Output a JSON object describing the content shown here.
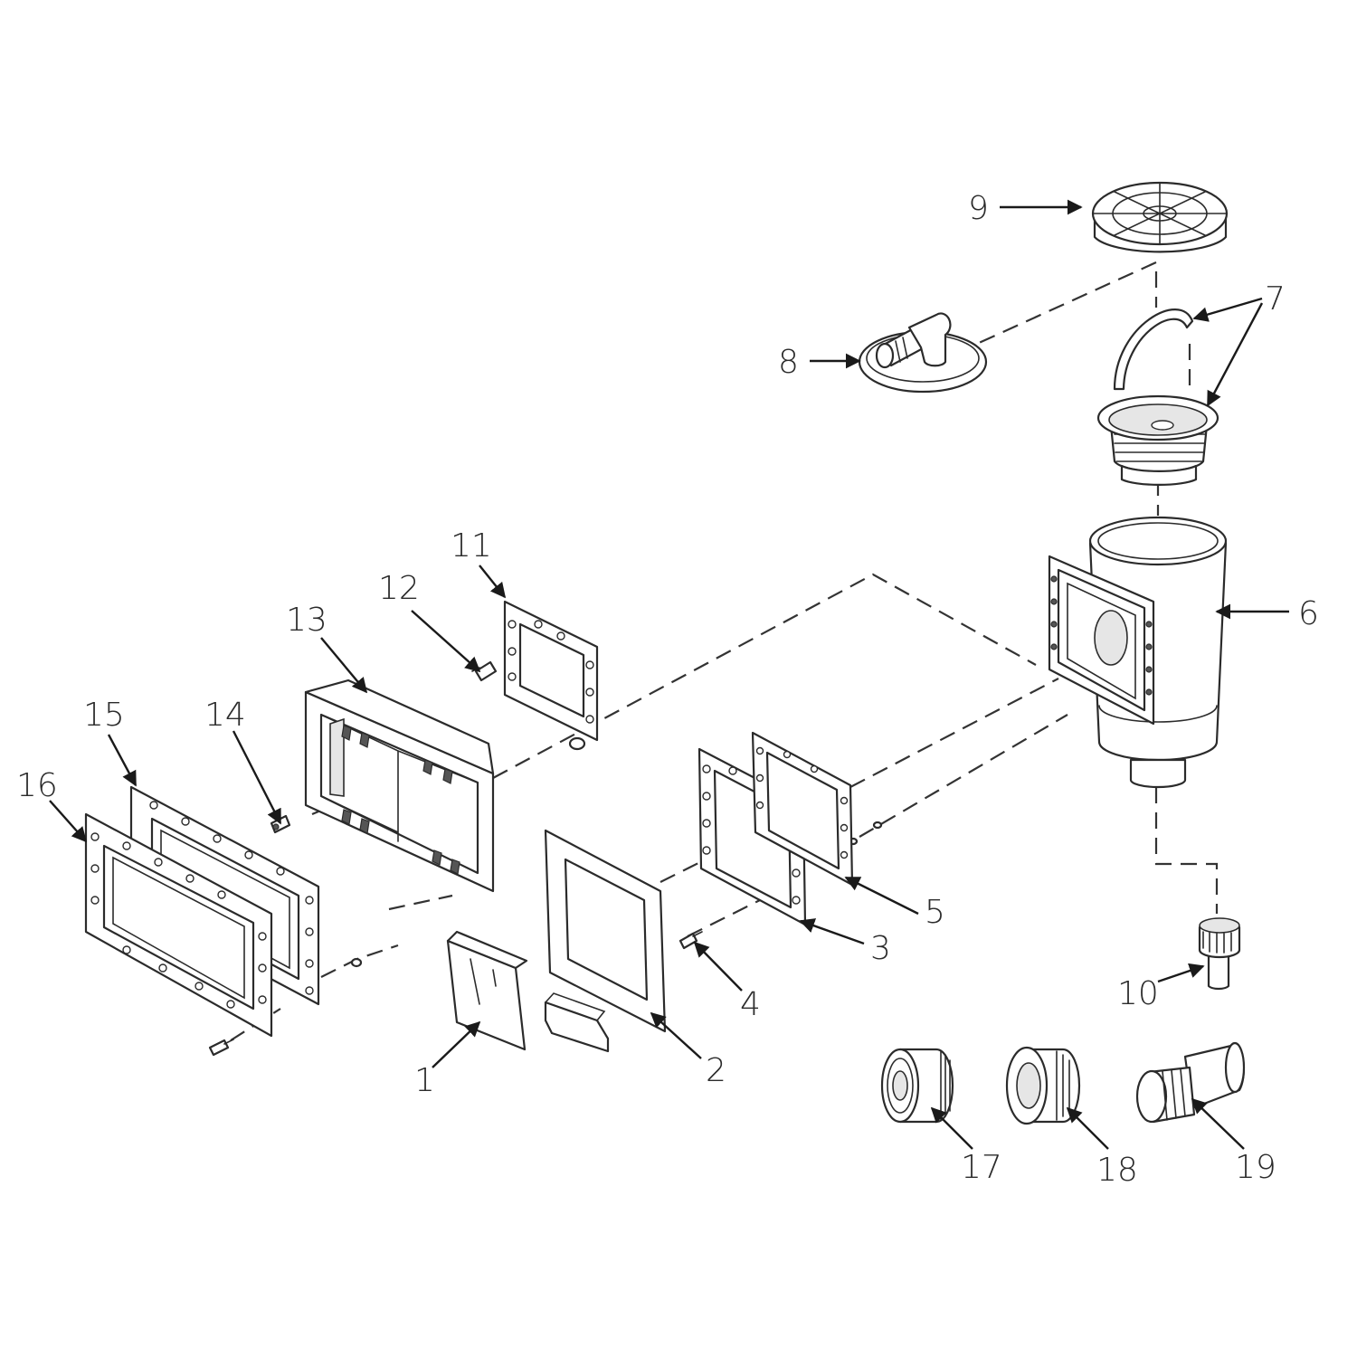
{
  "diagram": {
    "callouts": [
      {
        "id": "1",
        "label": "1"
      },
      {
        "id": "2",
        "label": "2"
      },
      {
        "id": "3",
        "label": "3"
      },
      {
        "id": "4",
        "label": "4"
      },
      {
        "id": "5",
        "label": "5"
      },
      {
        "id": "6",
        "label": "6"
      },
      {
        "id": "7",
        "label": "7"
      },
      {
        "id": "8",
        "label": "8"
      },
      {
        "id": "9",
        "label": "9"
      },
      {
        "id": "10",
        "label": "10"
      },
      {
        "id": "11",
        "label": "11"
      },
      {
        "id": "12",
        "label": "12"
      },
      {
        "id": "13",
        "label": "13"
      },
      {
        "id": "14",
        "label": "14"
      },
      {
        "id": "15",
        "label": "15"
      },
      {
        "id": "16",
        "label": "16"
      },
      {
        "id": "17",
        "label": "17"
      },
      {
        "id": "18",
        "label": "18"
      },
      {
        "id": "19",
        "label": "19"
      }
    ],
    "colors": {
      "line": "#2b2b2b",
      "background": "#ffffff"
    }
  }
}
